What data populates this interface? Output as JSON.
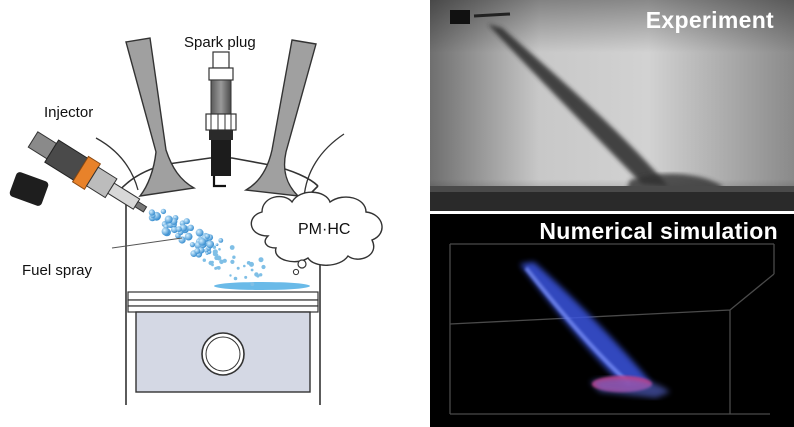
{
  "diagram": {
    "labels": {
      "spark_plug": "Spark plug",
      "injector": "Injector",
      "fuel_spray": "Fuel spray",
      "emissions": "PM·HC"
    }
  },
  "panels": {
    "experiment": {
      "title": "Experiment"
    },
    "simulation": {
      "title": "Numerical simulation"
    }
  },
  "colors": {
    "engine_outline": "#333333",
    "valve_fill": "#a0a0a0",
    "piston_fill": "#d4d8e4",
    "injector_orange": "#e8822a",
    "spray_blue": "#5aa8dc",
    "sim_spray": "#3b55e0",
    "sim_wall": "#e0306a"
  }
}
